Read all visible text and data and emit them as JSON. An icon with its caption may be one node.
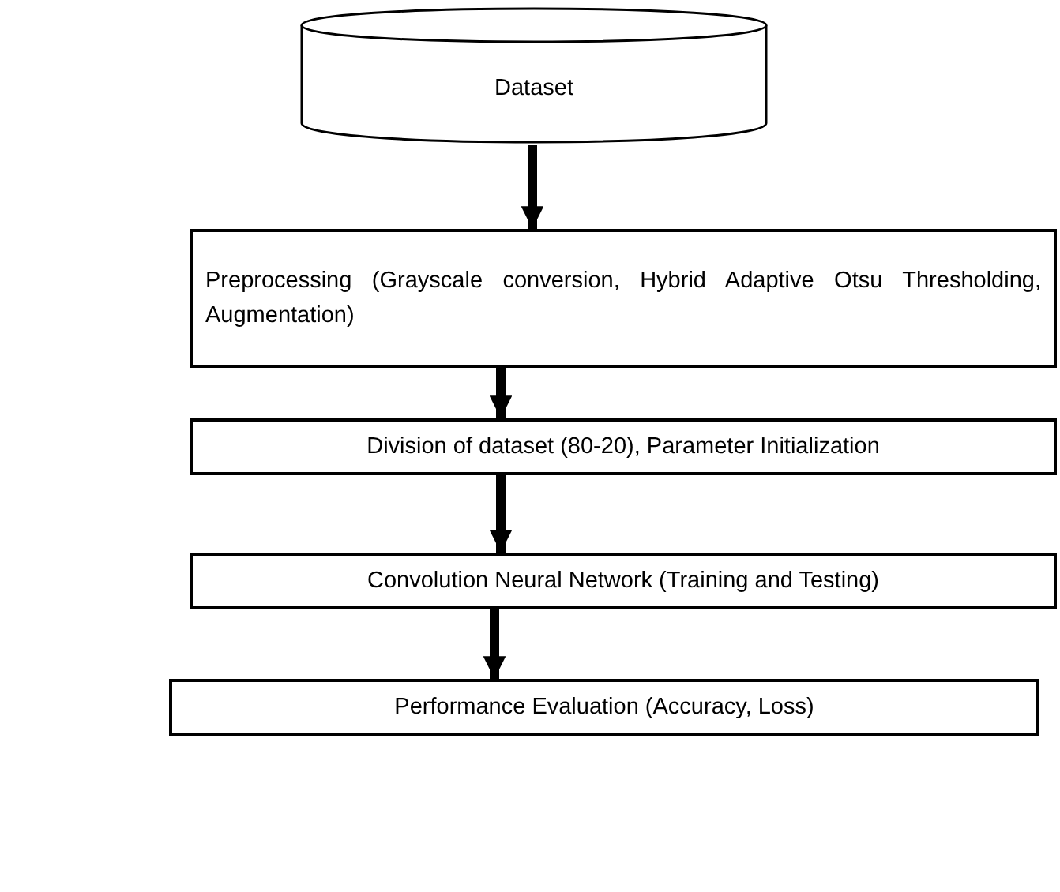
{
  "diagram": {
    "nodes": [
      {
        "text": [
          "Dataset"
        ]
      },
      {
        "text": [
          "Preprocessing (Grayscale conversion, Hybrid Adaptive Otsu Thresholding, Augmentation)"
        ]
      },
      {
        "text": [
          "Division of dataset (80-20), Parameter Initialization"
        ]
      },
      {
        "text": [
          "Convolution Neural Network (Training and Testing)"
        ]
      },
      {
        "text": [
          "Performance Evaluation (Accuracy, Loss)"
        ]
      }
    ],
    "edges": [
      {
        "from": 0,
        "to": 1,
        "arrow": "to"
      },
      {
        "from": 1,
        "to": 2,
        "arrow": "to"
      },
      {
        "from": 2,
        "to": 3,
        "arrow": "to"
      },
      {
        "from": 3,
        "to": 4,
        "arrow": "to"
      }
    ]
  }
}
